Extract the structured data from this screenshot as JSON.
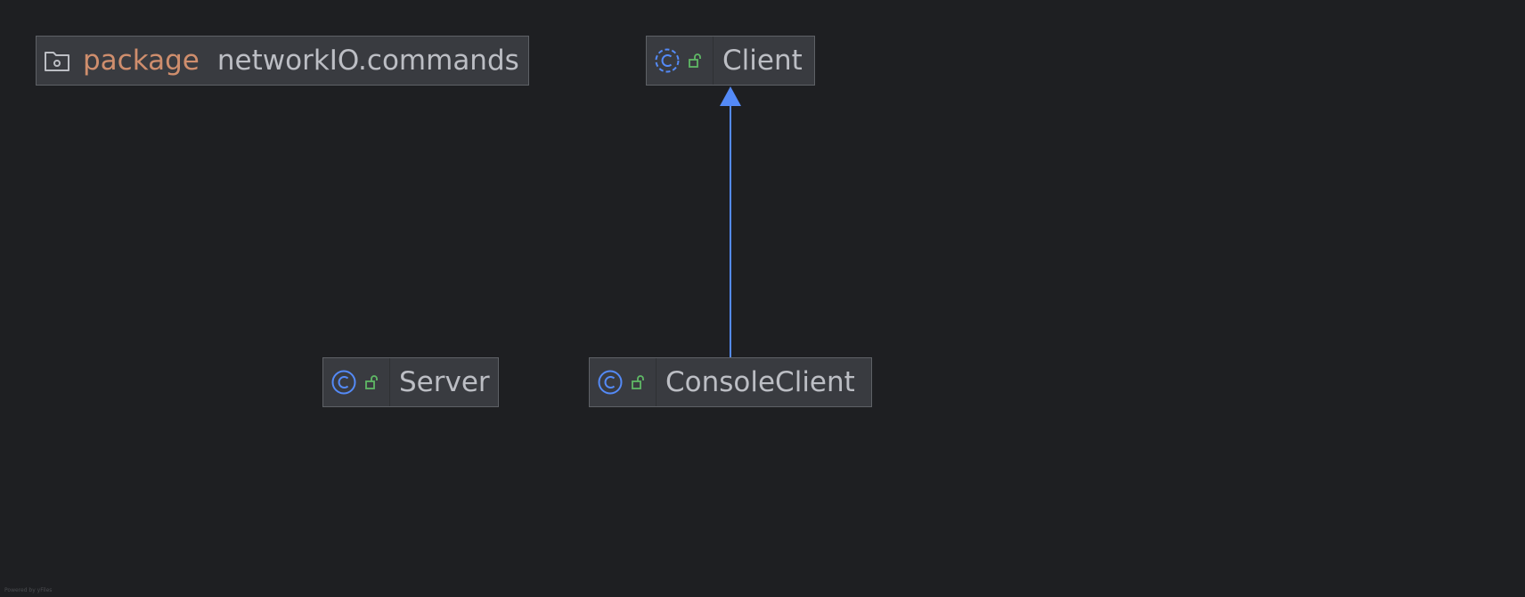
{
  "diagram": {
    "package": {
      "keyword": "package",
      "name": "networkIO.commands",
      "icon": "folder-icon"
    },
    "classes": [
      {
        "id": "client",
        "label": "Client",
        "kind_icon": "abstract-class-icon",
        "visibility_icon": "public-unlock-icon"
      },
      {
        "id": "server",
        "label": "Server",
        "kind_icon": "class-icon",
        "visibility_icon": "public-unlock-icon"
      },
      {
        "id": "console-client",
        "label": "ConsoleClient",
        "kind_icon": "class-icon",
        "visibility_icon": "public-unlock-icon"
      }
    ],
    "edges": [
      {
        "from": "console-client",
        "to": "client",
        "type": "extends"
      }
    ],
    "colors": {
      "background": "#1e1f22",
      "node_fill": "#393b40",
      "node_border": "#5e6166",
      "edge": "#548af7",
      "keyword": "#cf8e6d",
      "class_icon": "#548af7",
      "visibility_icon": "#5fb865"
    },
    "footer": "Powered by yFiles"
  }
}
